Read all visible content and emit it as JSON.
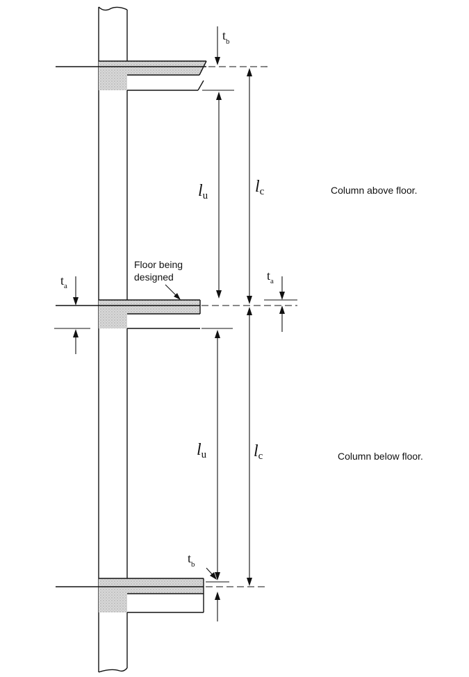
{
  "labels": {
    "floor_being_designed_line1": "Floor being",
    "floor_being_designed_line2": "designed",
    "column_above": "Column above floor.",
    "column_below": "Column below floor."
  },
  "dimensions": {
    "lu_symbol": "l",
    "lu_sub": "u",
    "lc_symbol": "l",
    "lc_sub": "c",
    "t_symbol": "t",
    "ta_sub": "a",
    "tb_sub": "b"
  },
  "colors": {
    "ink": "#111111",
    "slab_fill": "#d4d4d4",
    "background": "#ffffff"
  }
}
